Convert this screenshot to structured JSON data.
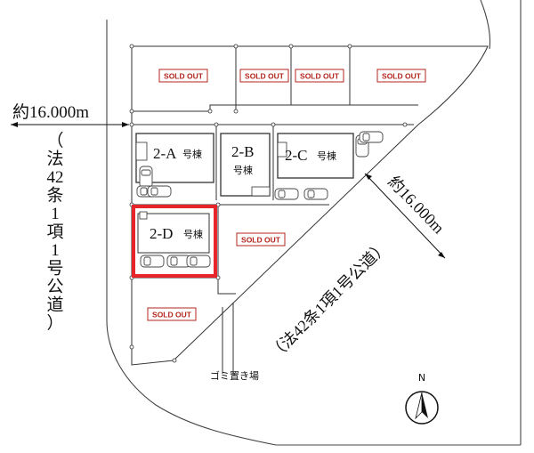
{
  "lots": {
    "a": {
      "name": "2-A",
      "suffix": "号棟"
    },
    "b": {
      "name": "2-B",
      "suffix": "号棟"
    },
    "c": {
      "name": "2-C",
      "suffix": "号棟"
    },
    "d": {
      "name": "2-D",
      "suffix": "号棟"
    }
  },
  "sold_out_label": "SOLD OUT",
  "roads": {
    "left_width": "約16.000m",
    "left_type_chars": [
      "（",
      "法",
      "42",
      "条",
      "1",
      "項",
      "1",
      "号",
      "公",
      "道",
      "）"
    ],
    "right_width": "約16.000m",
    "right_type": "（法42条1項1号公道）"
  },
  "garbage_label": "ゴミ置き場",
  "compass_label": "N",
  "colors": {
    "highlight": "#e5252a",
    "sold_box": "#b3261e",
    "line": "#333333"
  }
}
